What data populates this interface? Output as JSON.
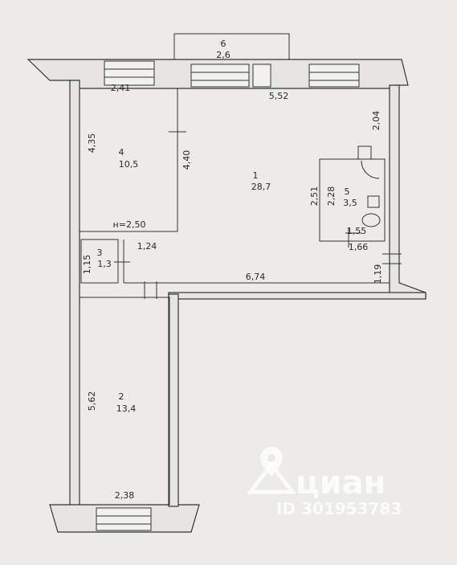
{
  "rooms": {
    "r1": {
      "number": "1",
      "area": "28,7"
    },
    "r2": {
      "number": "2",
      "area": "13,4"
    },
    "r3": {
      "number": "3",
      "area": "1,3"
    },
    "r4": {
      "number": "4",
      "area": "10,5"
    },
    "r5": {
      "number": "5",
      "area": "3,5"
    },
    "r6": {
      "number": "6",
      "area": "2,6"
    }
  },
  "dimensions": {
    "d241": "2,41",
    "d552": "5,52",
    "d204": "2,04",
    "d435": "4,35",
    "d440": "4,40",
    "d251": "2,51",
    "d228": "2,28",
    "d155": "1,55",
    "d166": "1,66",
    "d124": "1,24",
    "d115": "1,15",
    "d674": "6,74",
    "d119": "1,19",
    "d562": "5,62",
    "d238": "2,38"
  },
  "height_note": "н=2,50",
  "watermark": {
    "brand": "циан",
    "id_text": "ID 301953783"
  },
  "colors": {
    "paper": "#ecebe8",
    "ink": "#2a2a2a"
  }
}
